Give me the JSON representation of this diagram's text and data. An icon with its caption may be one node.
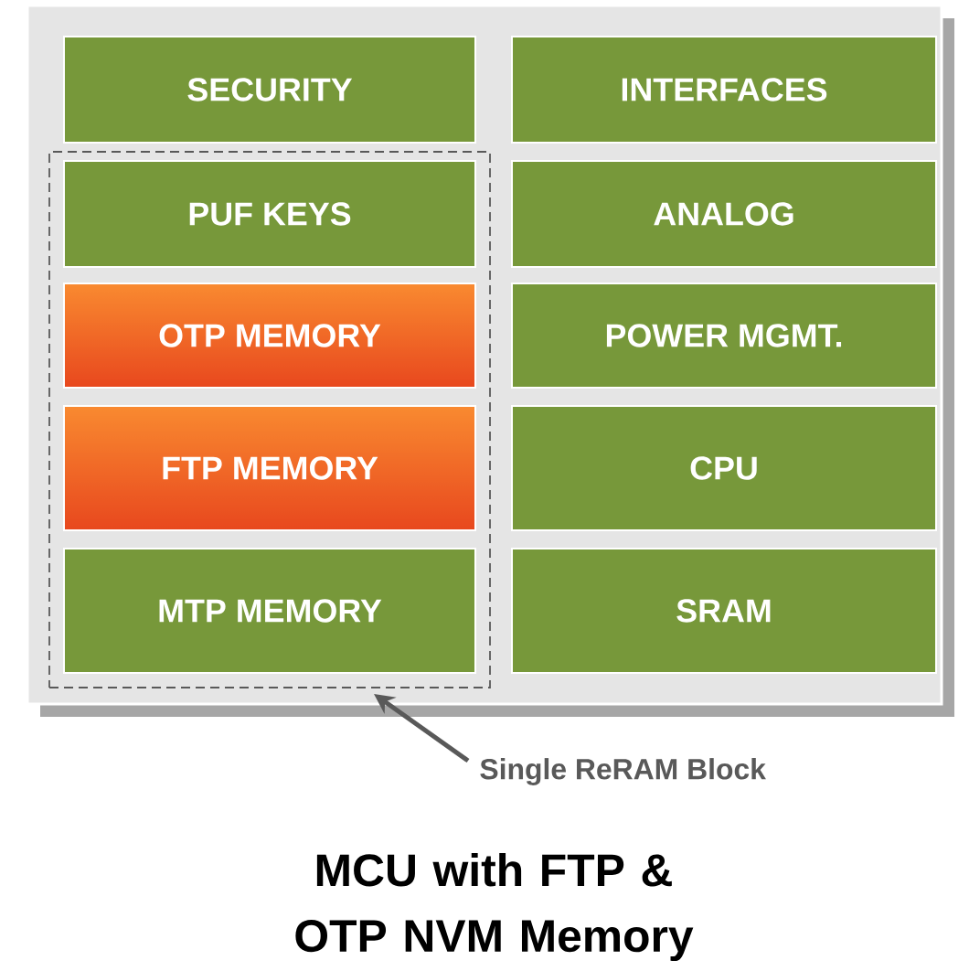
{
  "diagram": {
    "title": "MCU with FTP & OTP NVM Memory",
    "nodes": [
      {
        "text": [
          "SECURITY"
        ]
      },
      {
        "text": [
          "INTERFACES"
        ]
      },
      {
        "text": [],
        "shape": "box"
      },
      {
        "text": [
          "PUF KEYS"
        ],
        "in": 2
      },
      {
        "text": [
          "ANALOG"
        ]
      },
      {
        "text": [
          "OTP MEMORY"
        ],
        "in": 2
      },
      {
        "text": [
          "POWER MGMT."
        ]
      },
      {
        "text": [
          "FTP MEMORY"
        ],
        "in": 2
      },
      {
        "text": [
          "CPU"
        ]
      },
      {
        "text": [
          "MTP MEMORY"
        ],
        "in": 2
      },
      {
        "text": [
          "SRAM"
        ]
      },
      {
        "text": [
          "Single ReRAM Block"
        ]
      }
    ],
    "edges": [
      {
        "from": 11,
        "to": 2,
        "arrow": "to"
      }
    ]
  }
}
